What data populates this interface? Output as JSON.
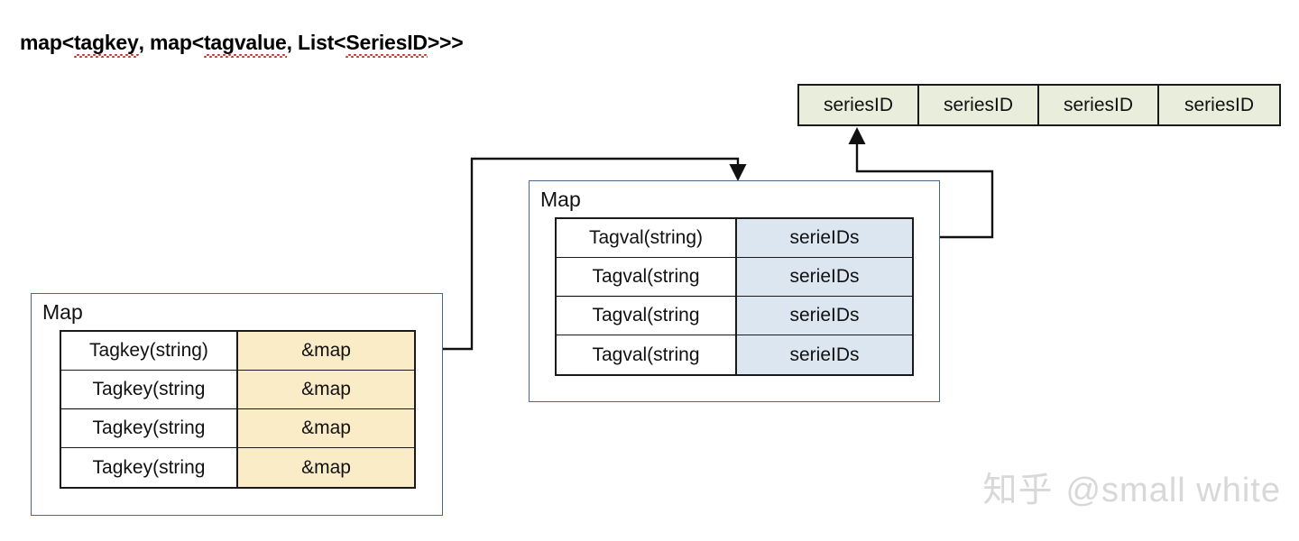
{
  "title": {
    "prefix": "map<",
    "token1": "tagkey",
    "mid": ", map<",
    "token2": "tagvalue",
    "mid2": ", List<",
    "token3": "SeriesID",
    "suffix": ">>>",
    "full": "map<tagkey, map<tagvalue, List<SeriesID>>>"
  },
  "series_strip": {
    "cells": [
      {
        "label": "seriesID"
      },
      {
        "label": "seriesID"
      },
      {
        "label": "seriesID"
      },
      {
        "label": "seriesID"
      }
    ],
    "fill_color": "#e9eedc",
    "border_color": "#1a1a1a"
  },
  "tagkey_map": {
    "box_label": "Map",
    "box_border_color": "#48698c",
    "value_fill_color": "#fbecc8",
    "rows": [
      {
        "key": "Tagkey(string)",
        "value": "&map"
      },
      {
        "key": "Tagkey(string",
        "value": "&map"
      },
      {
        "key": "Tagkey(string",
        "value": "&map"
      },
      {
        "key": "Tagkey(string",
        "value": "&map"
      }
    ]
  },
  "tagval_map": {
    "box_label": "Map",
    "box_border_color": "#48698c",
    "value_fill_color": "#dce6f1",
    "rows": [
      {
        "key": "Tagval(string)",
        "value": "serieIDs"
      },
      {
        "key": "Tagval(string",
        "value": "serieIDs"
      },
      {
        "key": "Tagval(string",
        "value": "serieIDs"
      },
      {
        "key": "Tagval(string",
        "value": "serieIDs"
      }
    ]
  },
  "connectors": [
    {
      "name": "tagkey-to-tagval-map",
      "from": "tagkey &map cell",
      "to": "tagval Map box",
      "arrow": "down"
    },
    {
      "name": "tagval-to-seriesid-list",
      "from": "tagval serieIDs cell",
      "to": "seriesID strip",
      "arrow": "up"
    }
  ],
  "watermark": {
    "cn": "知乎",
    "handle": "@small white",
    "color": "#d8d8d8"
  }
}
